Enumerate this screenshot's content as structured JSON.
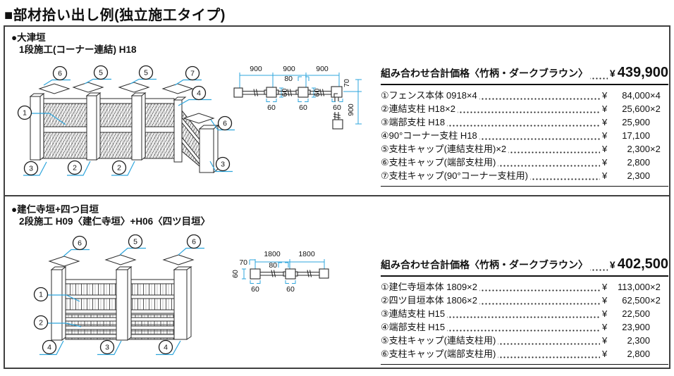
{
  "page": {
    "title": "■部材拾い出し例(独立施工タイプ)"
  },
  "colors": {
    "accent_blue": "#2ea5dc",
    "line": "#404040"
  },
  "s1": {
    "heading": "●大津垣",
    "subheading": "1段施工(コーナー連結) H18",
    "callouts": [
      "6",
      "5",
      "5",
      "7",
      "4",
      "6",
      "1",
      "3",
      "2",
      "2",
      "3"
    ],
    "plan": {
      "spans": [
        "900",
        "900",
        "900"
      ],
      "cap": "80",
      "side": [
        "60",
        "60"
      ],
      "bottom": [
        "60",
        "60",
        "60"
      ],
      "corner": "70",
      "vert": "900"
    },
    "table": {
      "total_label": "組み合わせ合計価格〈竹柄・ダークブラウン〉",
      "yen": "¥",
      "total_amount": "439,900",
      "items": [
        {
          "label": "①フェンス本体 0918×4",
          "amount": "84,000",
          "qty": "×4"
        },
        {
          "label": "②連結支柱 H18×2",
          "amount": "25,600",
          "qty": "×2"
        },
        {
          "label": "③端部支柱 H18",
          "amount": "25,900",
          "qty": ""
        },
        {
          "label": "④90°コーナー支柱 H18",
          "amount": "17,100",
          "qty": ""
        },
        {
          "label": "⑤支柱キャップ(連結支柱用)×2",
          "amount": "2,300",
          "qty": "×2"
        },
        {
          "label": "⑥支柱キャップ(端部支柱用)",
          "amount": "2,800",
          "qty": ""
        },
        {
          "label": "⑦支柱キャップ(90°コーナー支柱用)",
          "amount": "2,300",
          "qty": ""
        }
      ]
    }
  },
  "s2": {
    "heading": "●建仁寺垣+四つ目垣",
    "subheading": "2段施工 H09〈建仁寺垣〉+H06〈四ツ目垣〉",
    "callouts": [
      "6",
      "5",
      "6",
      "1",
      "2",
      "4",
      "3",
      "4"
    ],
    "plan": {
      "spans": [
        "1800",
        "1800"
      ],
      "end": "70",
      "cap": "80",
      "side": "60",
      "bottom": [
        "60",
        "60"
      ]
    },
    "table": {
      "total_label": "組み合わせ合計価格〈竹柄・ダークブラウン〉",
      "yen": "¥",
      "total_amount": "402,500",
      "items": [
        {
          "label": "①建仁寺垣本体 1809×2",
          "amount": "113,000",
          "qty": "×2"
        },
        {
          "label": "②四ツ目垣本体 1806×2",
          "amount": "62,500",
          "qty": "×2"
        },
        {
          "label": "③連結支柱 H15",
          "amount": "22,500",
          "qty": ""
        },
        {
          "label": "④端部支柱 H15",
          "amount": "23,900",
          "qty": ""
        },
        {
          "label": "⑤支柱キャップ(連結支柱用)",
          "amount": "2,300",
          "qty": ""
        },
        {
          "label": "⑥支柱キャップ(端部支柱用)",
          "amount": "2,800",
          "qty": ""
        }
      ]
    }
  }
}
